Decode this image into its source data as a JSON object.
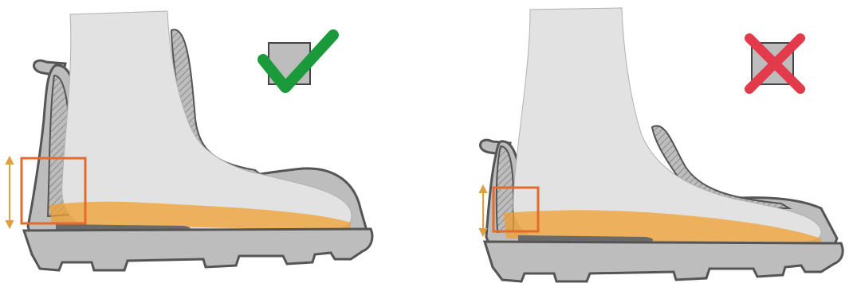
{
  "colors": {
    "background": "#ffffff",
    "boot_outline": "#555555",
    "boot_fill": "#cfcfcf",
    "foot_fill": "#e2e2e2",
    "insole": "#f0a030",
    "highlight_box": "#e36b2b",
    "arrow": "#e0a040",
    "check": "#1a9a3a",
    "cross": "#e23a4a",
    "icon_square": "#bdbdbd"
  },
  "panels": [
    {
      "id": "correct-fit",
      "indicator": "check-icon",
      "heel_gap": "small"
    },
    {
      "id": "incorrect-fit",
      "indicator": "cross-icon",
      "heel_gap": "large"
    }
  ]
}
